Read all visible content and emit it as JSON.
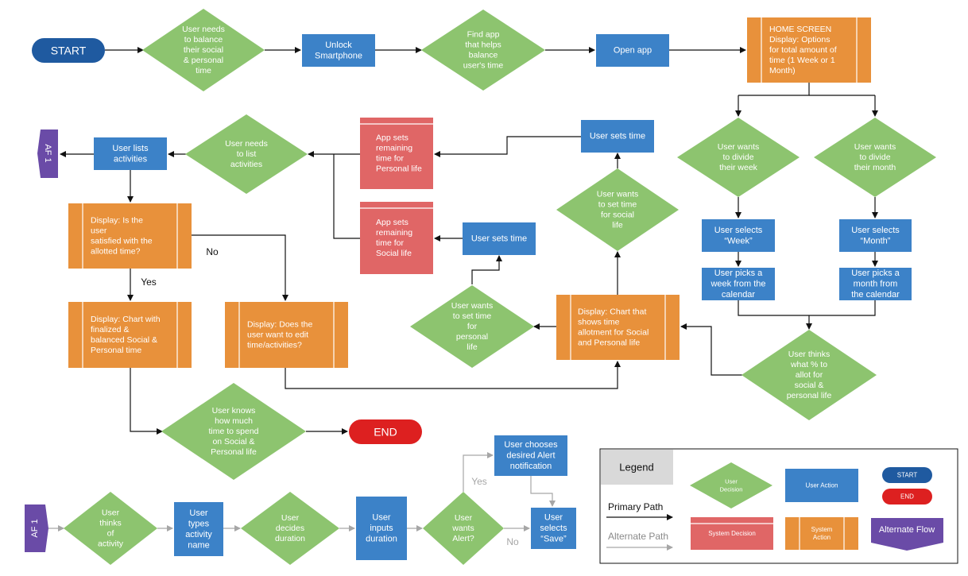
{
  "colors": {
    "blue_dark": "#1f5aa0",
    "blue": "#3c82c8",
    "green": "#8dc46f",
    "orange": "#e8913b",
    "red_pill": "#dd2020",
    "red": "#e06666",
    "purple": "#6a4ba7",
    "line": "#111111",
    "alt_line": "#a6a6a6",
    "legend_header": "#d9d9d9"
  },
  "main": {
    "start": "START",
    "need_balance": [
      "User needs",
      "to balance",
      "their social",
      "& personal",
      "time"
    ],
    "unlock": [
      "Unlock",
      "Smartphone"
    ],
    "find_app": [
      "Find app",
      "that helps",
      "balance",
      "user's time"
    ],
    "open_app": "Open app",
    "home_screen": [
      "HOME SCREEN",
      "Display: Options",
      "for total amount of",
      "time (1 Week or 1",
      "Month)"
    ],
    "divide_week": [
      "User wants",
      "to divide",
      "their week"
    ],
    "divide_month": [
      "User wants",
      "to divide",
      "their month"
    ],
    "select_week": [
      "User selects",
      "“Week”"
    ],
    "select_month": [
      "User selects",
      "“Month”"
    ],
    "pick_week": [
      "User picks a",
      "week from the",
      "calendar"
    ],
    "pick_month": [
      "User picks a",
      "month from",
      "the calendar"
    ],
    "thinks_percent": [
      "User thinks",
      "what % to",
      "allot for",
      "social &",
      "personal life"
    ],
    "chart_allotment": [
      "Display: Chart that",
      "shows time",
      "allotment for Social",
      "and Personal life"
    ],
    "set_social": [
      "User wants",
      "to set time",
      "for social",
      "life"
    ],
    "set_personal": [
      "User wants",
      "to set time",
      "for",
      "personal",
      "life"
    ],
    "sets_time_top": "User sets time",
    "sets_time_mid": "User sets time",
    "app_personal": [
      "App sets",
      "remaining",
      "time for",
      "Personal life"
    ],
    "app_social": [
      "App sets",
      "remaining",
      "time for",
      "Social life"
    ],
    "need_list": [
      "User needs",
      "to list",
      "activities"
    ],
    "lists": [
      "User lists",
      "activities"
    ],
    "af1_left": "AF 1",
    "satisfied": [
      "Display: Is the",
      "user",
      "satisfied with the",
      "allotted time?"
    ],
    "no_label": "No",
    "yes_label": "Yes",
    "want_edit": [
      "Display: Does the",
      "user want to edit",
      "time/activities?"
    ],
    "chart_final": [
      "Display: Chart with",
      "finalized &",
      "balanced Social &",
      "Personal time"
    ],
    "knows": [
      "User knows",
      "how much",
      "time to spend",
      "on Social &",
      "Personal life"
    ],
    "end": "END"
  },
  "alt": {
    "af1": "AF 1",
    "thinks": [
      "User",
      "thinks",
      "of",
      "activity"
    ],
    "types": [
      "User",
      "types",
      "activity",
      "name"
    ],
    "decides": [
      "User",
      "decides",
      "duration"
    ],
    "inputs": [
      "User",
      "inputs",
      "duration"
    ],
    "wants_alert": [
      "User",
      "wants",
      "Alert?"
    ],
    "chooses": [
      "User chooses",
      "desired Alert",
      "notification"
    ],
    "selects_save": [
      "User",
      "selects",
      "“Save”"
    ],
    "yes_label": "Yes",
    "no_label": "No"
  },
  "legend": {
    "title": "Legend",
    "decision": [
      "User",
      "Decision"
    ],
    "action": "User Action",
    "start": "START",
    "end": "END",
    "primary": "Primary Path",
    "alternate": "Alternate Path",
    "system_decision": "System Decision",
    "system_action": [
      "System",
      "Action"
    ],
    "alt_flow": "Alternate Flow"
  }
}
